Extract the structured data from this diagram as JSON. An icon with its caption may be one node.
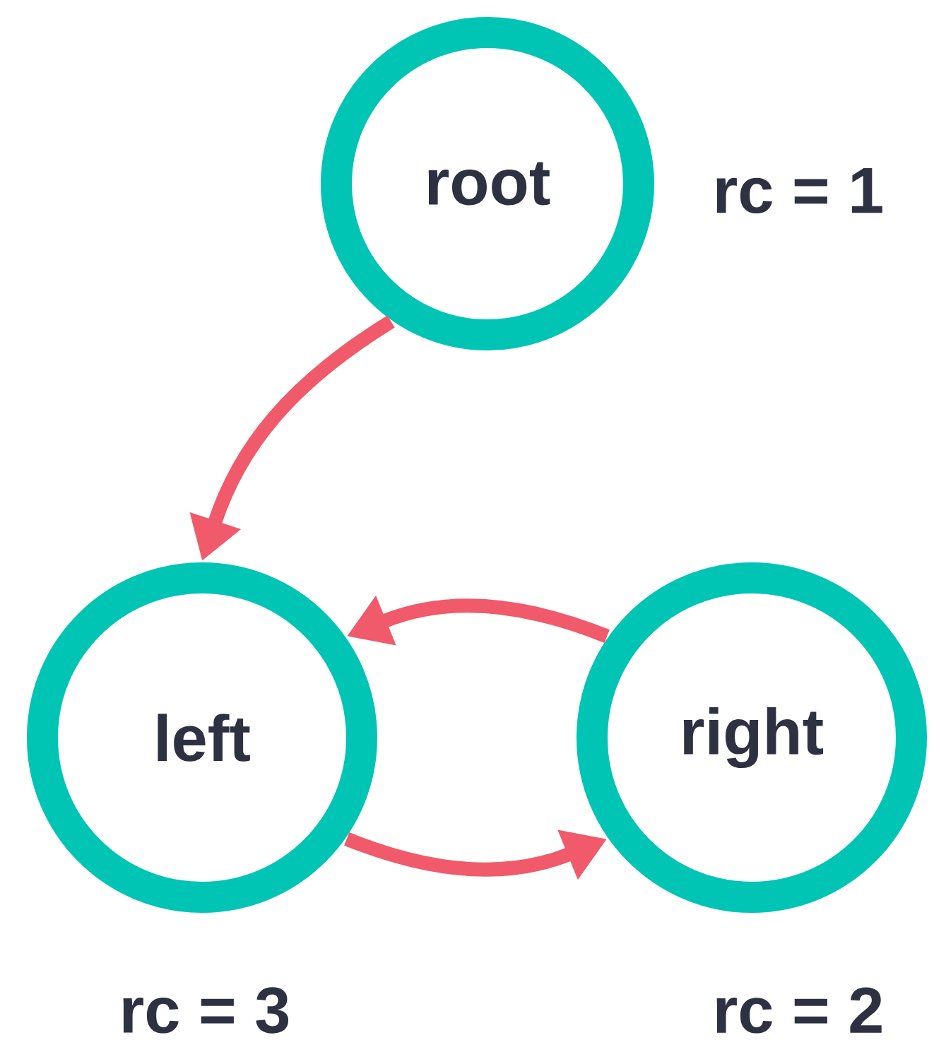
{
  "diagram": {
    "nodes": [
      {
        "text": [
          "root"
        ],
        "beside": [
          "rc = 1"
        ]
      },
      {
        "text": [
          "left"
        ],
        "beside": [
          "rc = 3"
        ]
      },
      {
        "text": [
          "right"
        ],
        "beside": [
          "rc = 2"
        ]
      }
    ],
    "edges": [
      {
        "from": 0,
        "to": 1,
        "arrow": "to"
      },
      {
        "from": 2,
        "to": 1,
        "arrow": "to"
      },
      {
        "from": 1,
        "to": 2,
        "arrow": "to"
      }
    ]
  }
}
